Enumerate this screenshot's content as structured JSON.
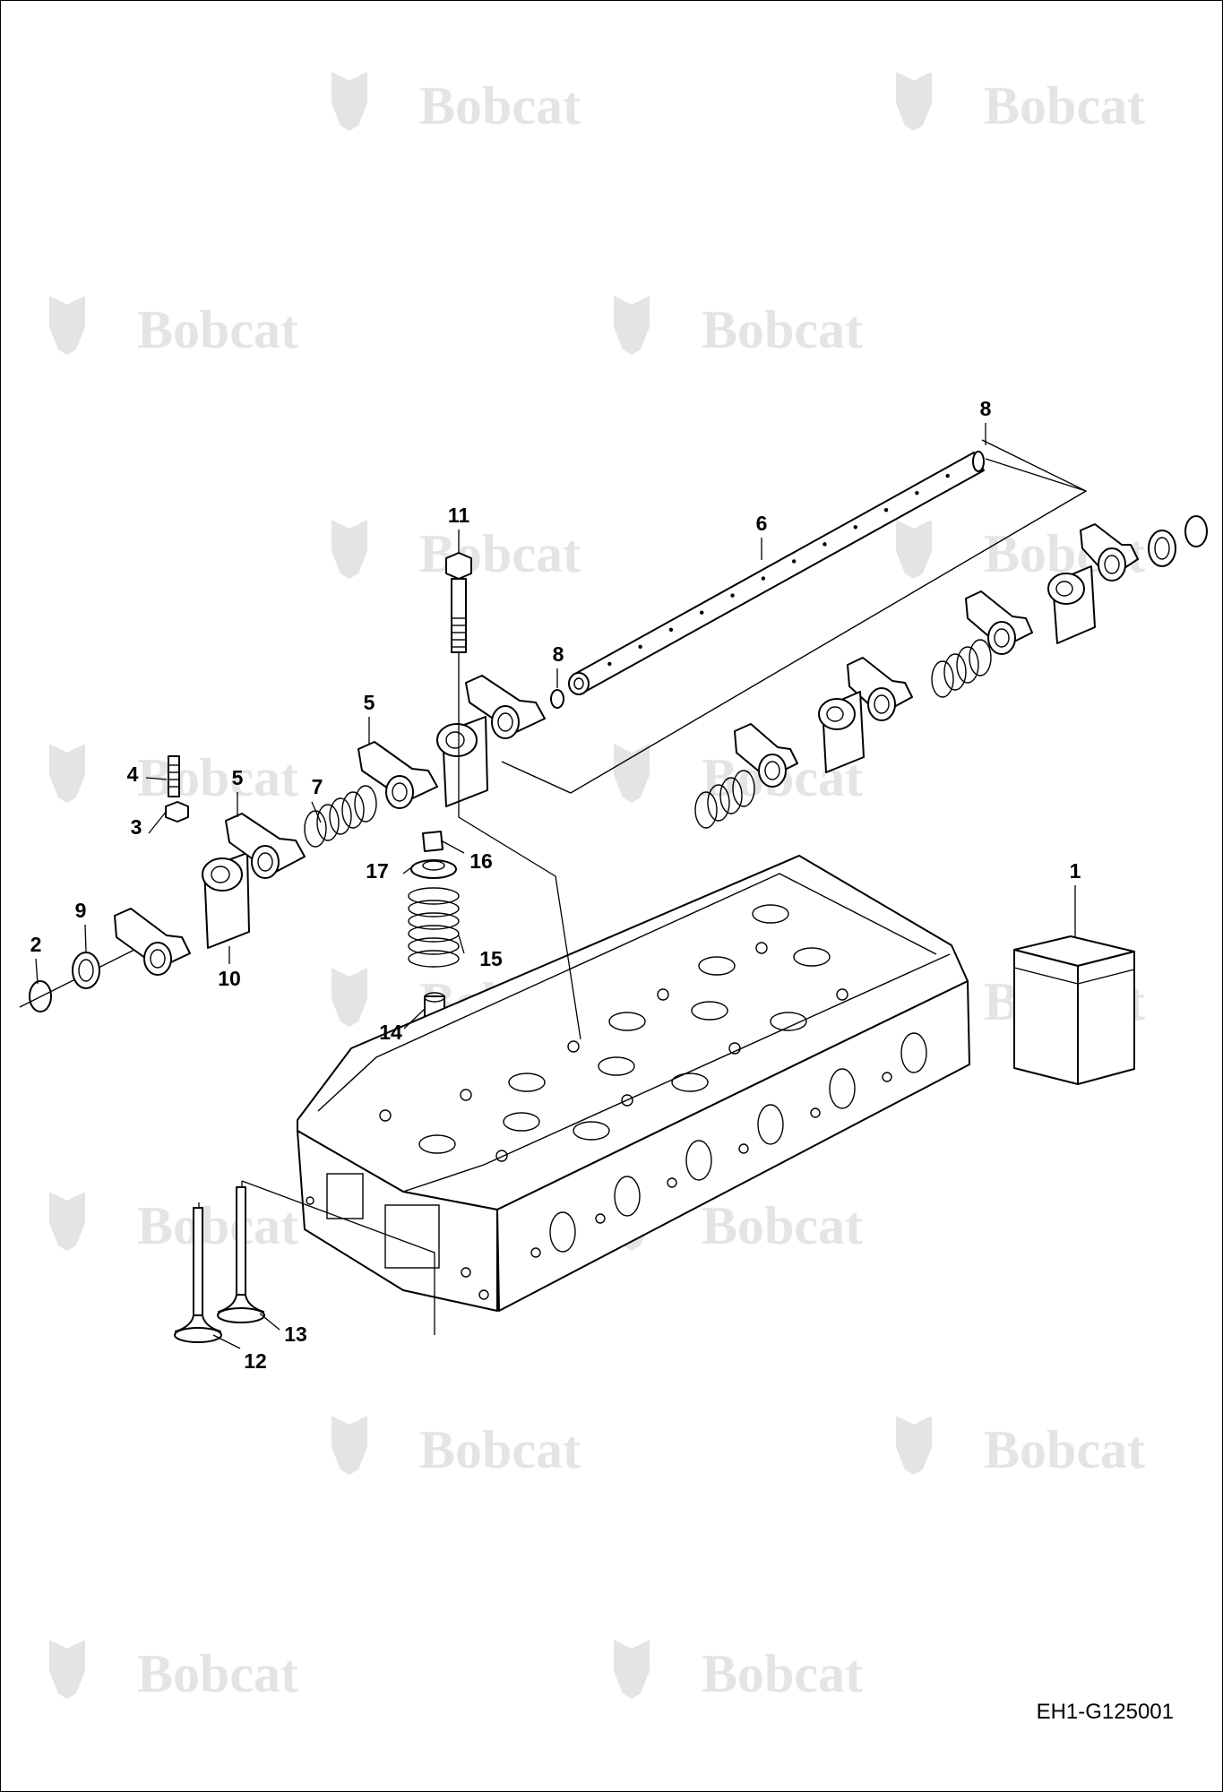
{
  "watermark": {
    "brand": "Bobcat"
  },
  "callouts": [
    {
      "id": "c1",
      "label": "1"
    },
    {
      "id": "c2",
      "label": "2"
    },
    {
      "id": "c3",
      "label": "3"
    },
    {
      "id": "c4",
      "label": "4"
    },
    {
      "id": "c5a",
      "label": "5"
    },
    {
      "id": "c5b",
      "label": "5"
    },
    {
      "id": "c6",
      "label": "6"
    },
    {
      "id": "c7",
      "label": "7"
    },
    {
      "id": "c8a",
      "label": "8"
    },
    {
      "id": "c8b",
      "label": "8"
    },
    {
      "id": "c9",
      "label": "9"
    },
    {
      "id": "c10",
      "label": "10"
    },
    {
      "id": "c11",
      "label": "11"
    },
    {
      "id": "c12",
      "label": "12"
    },
    {
      "id": "c13",
      "label": "13"
    },
    {
      "id": "c14",
      "label": "14"
    },
    {
      "id": "c15",
      "label": "15"
    },
    {
      "id": "c16",
      "label": "16"
    },
    {
      "id": "c17",
      "label": "17"
    }
  ],
  "figure_code": "EH1-G125001"
}
